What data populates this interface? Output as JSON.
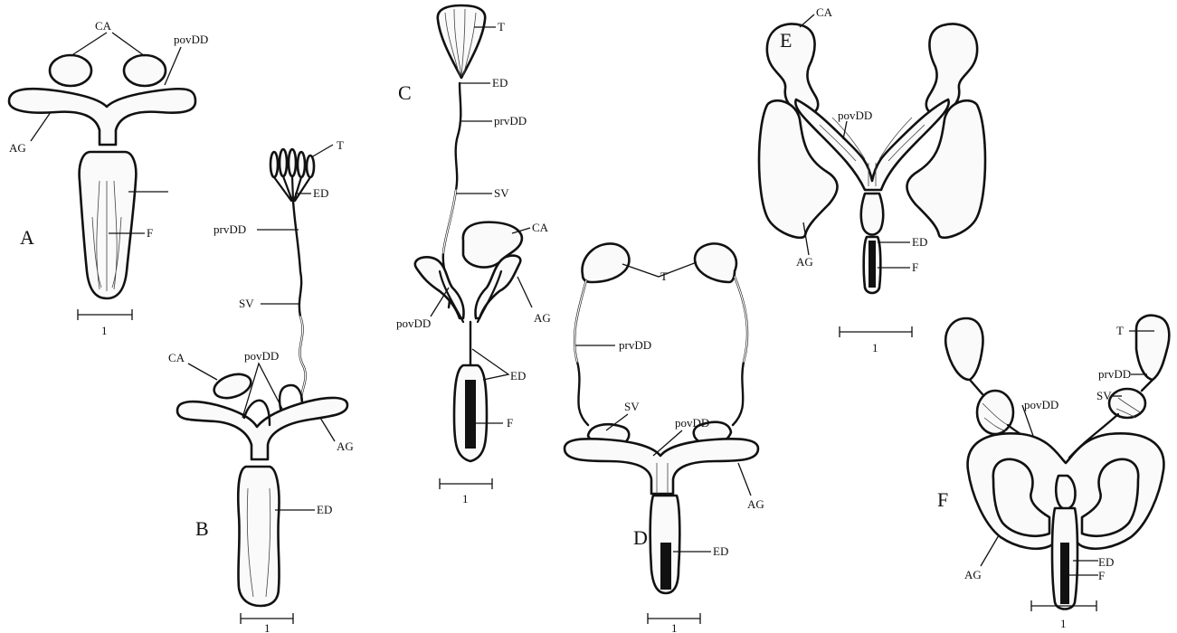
{
  "panels": {
    "A": {
      "letter": "A",
      "labels": {
        "CA": "CA",
        "povDD": "povDD",
        "AG": "AG",
        "F": "F"
      },
      "scale": "1"
    },
    "B": {
      "letter": "B",
      "labels": {
        "T": "T",
        "ED_top": "ED",
        "prvDD": "prvDD",
        "SV": "SV",
        "CA": "CA",
        "povDD": "povDD",
        "AG": "AG",
        "ED": "ED"
      },
      "scale": "1"
    },
    "C": {
      "letter": "C",
      "labels": {
        "T": "T",
        "ED_top": "ED",
        "prvDD": "prvDD",
        "SV": "SV",
        "CA": "CA",
        "AG": "AG",
        "povDD": "povDD",
        "ED": "ED",
        "F": "F"
      },
      "scale": "1"
    },
    "D": {
      "letter": "D",
      "labels": {
        "T": "T",
        "prvDD": "prvDD",
        "SV": "SV",
        "povDD": "povDD",
        "AG": "AG",
        "ED": "ED"
      },
      "scale": "1"
    },
    "E": {
      "letter": "E",
      "labels": {
        "CA": "CA",
        "povDD": "povDD",
        "AG": "AG",
        "ED": "ED",
        "F": "F"
      },
      "scale": "1"
    },
    "F": {
      "letter": "F",
      "labels": {
        "T": "T",
        "prvDD": "prvDD",
        "SV": "SV",
        "povDD": "povDD",
        "AG": "AG",
        "ED": "ED",
        "F": "F"
      },
      "scale": "1"
    }
  }
}
